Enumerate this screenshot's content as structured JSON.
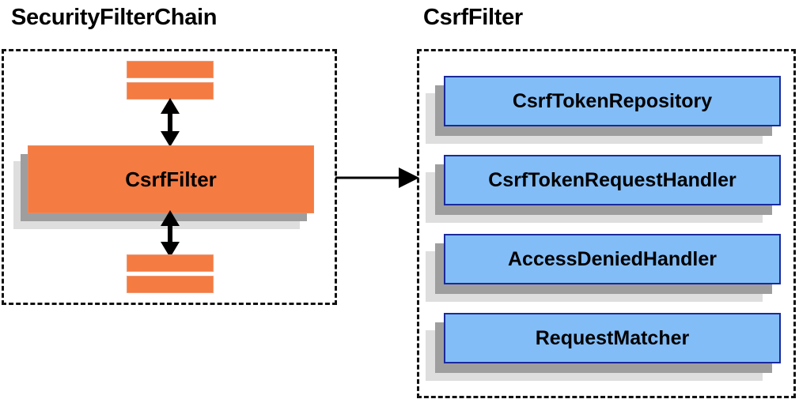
{
  "diagram": {
    "title_left": "SecurityFilterChain",
    "title_right": "CsrfFilter",
    "colors": {
      "orange_fill": "#f47b42",
      "blue_fill": "#82bdf7",
      "blue_border": "#1a2a9c",
      "shadow_near": "#9e9e9e",
      "shadow_far": "#dedede",
      "stroke": "#000000"
    }
  },
  "left_panel": {
    "name": "SecurityFilterChain",
    "main_box": {
      "label": "CsrfFilter"
    },
    "stubs": [
      {
        "name": "filter-stub-top-1"
      },
      {
        "name": "filter-stub-top-2"
      },
      {
        "name": "filter-stub-bottom-1"
      },
      {
        "name": "filter-stub-bottom-2"
      }
    ],
    "connectors": [
      {
        "name": "double-arrow-above-csrffilter",
        "kind": "double-headed-vertical"
      },
      {
        "name": "double-arrow-below-csrffilter",
        "kind": "double-headed-vertical"
      }
    ]
  },
  "right_panel": {
    "name": "CsrfFilter",
    "collaborators": [
      {
        "label": "CsrfTokenRepository"
      },
      {
        "label": "CsrfTokenRequestHandler"
      },
      {
        "label": "AccessDeniedHandler"
      },
      {
        "label": "RequestMatcher"
      }
    ]
  },
  "cross_link": {
    "name": "csrffilter-to-collaborators-arrow",
    "kind": "single-headed-horizontal"
  }
}
